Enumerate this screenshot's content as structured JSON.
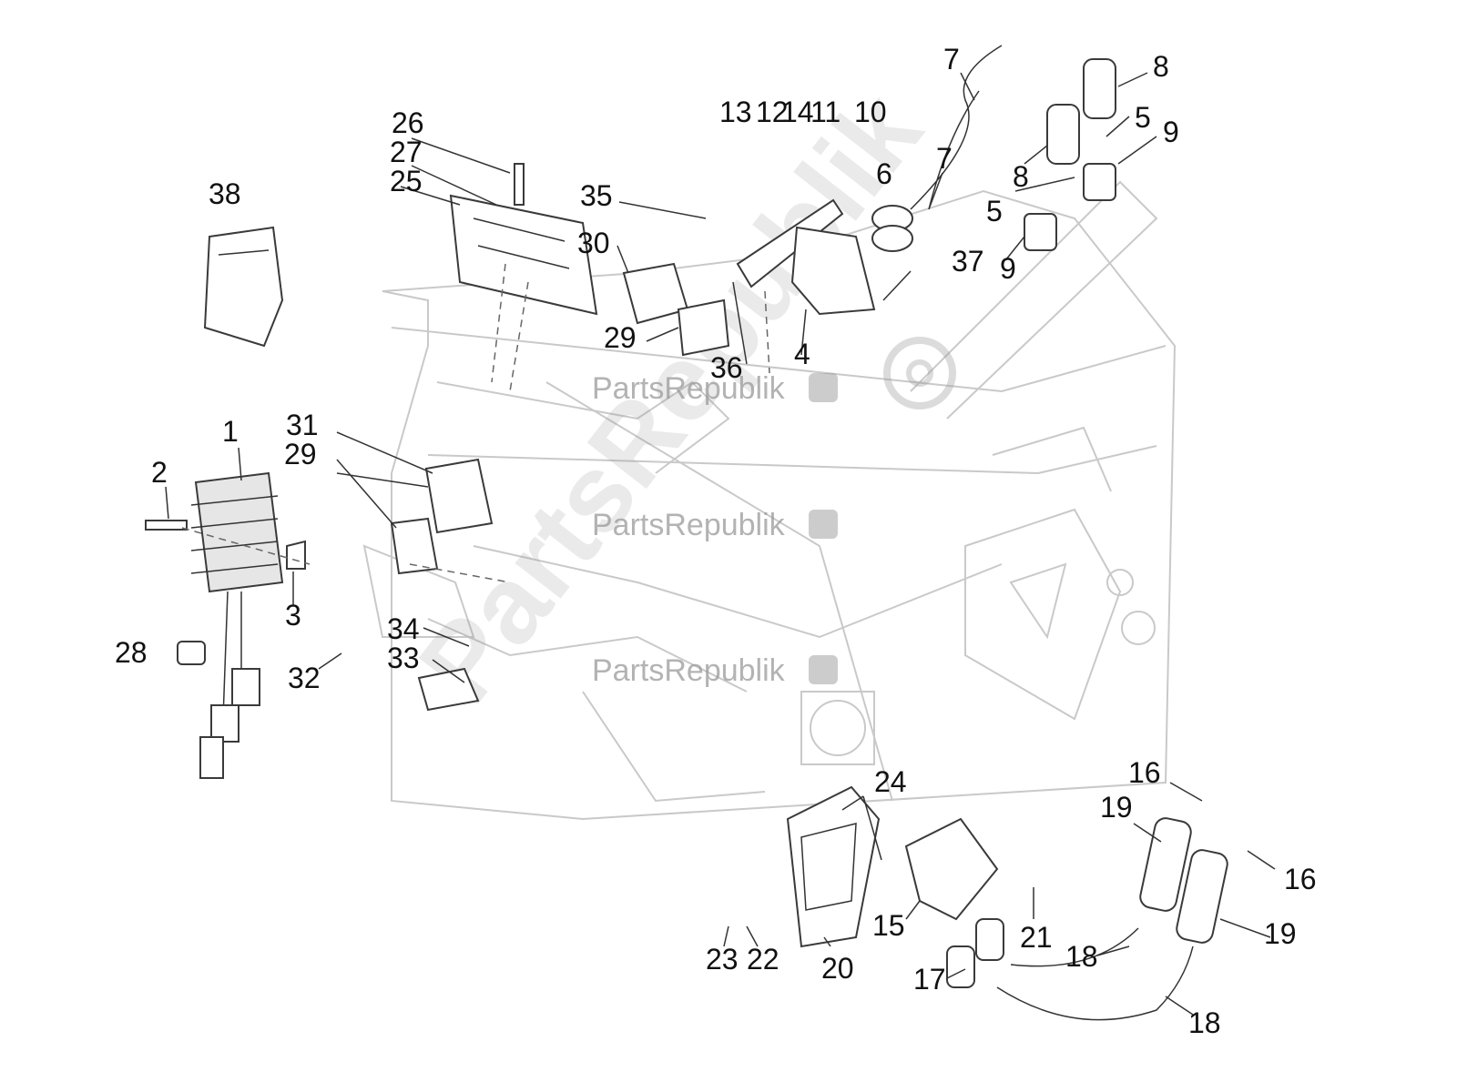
{
  "watermark": {
    "text": "PartsRepublik"
  },
  "callouts": [
    "1",
    "2",
    "3",
    "4",
    "5",
    "5",
    "6",
    "7",
    "7",
    "8",
    "8",
    "9",
    "9",
    "10",
    "11",
    "12",
    "13",
    "14",
    "15",
    "16",
    "16",
    "17",
    "18",
    "18",
    "19",
    "19",
    "20",
    "21",
    "22",
    "23",
    "24",
    "25",
    "26",
    "27",
    "28",
    "29",
    "29",
    "30",
    "31",
    "32",
    "33",
    "34",
    "35",
    "36",
    "37",
    "38"
  ],
  "icons": [
    "gear-icon"
  ],
  "colors": {
    "frame": "#c9c9c9",
    "parts": "#3a3a3a",
    "watermark": "#9a9a9a"
  }
}
